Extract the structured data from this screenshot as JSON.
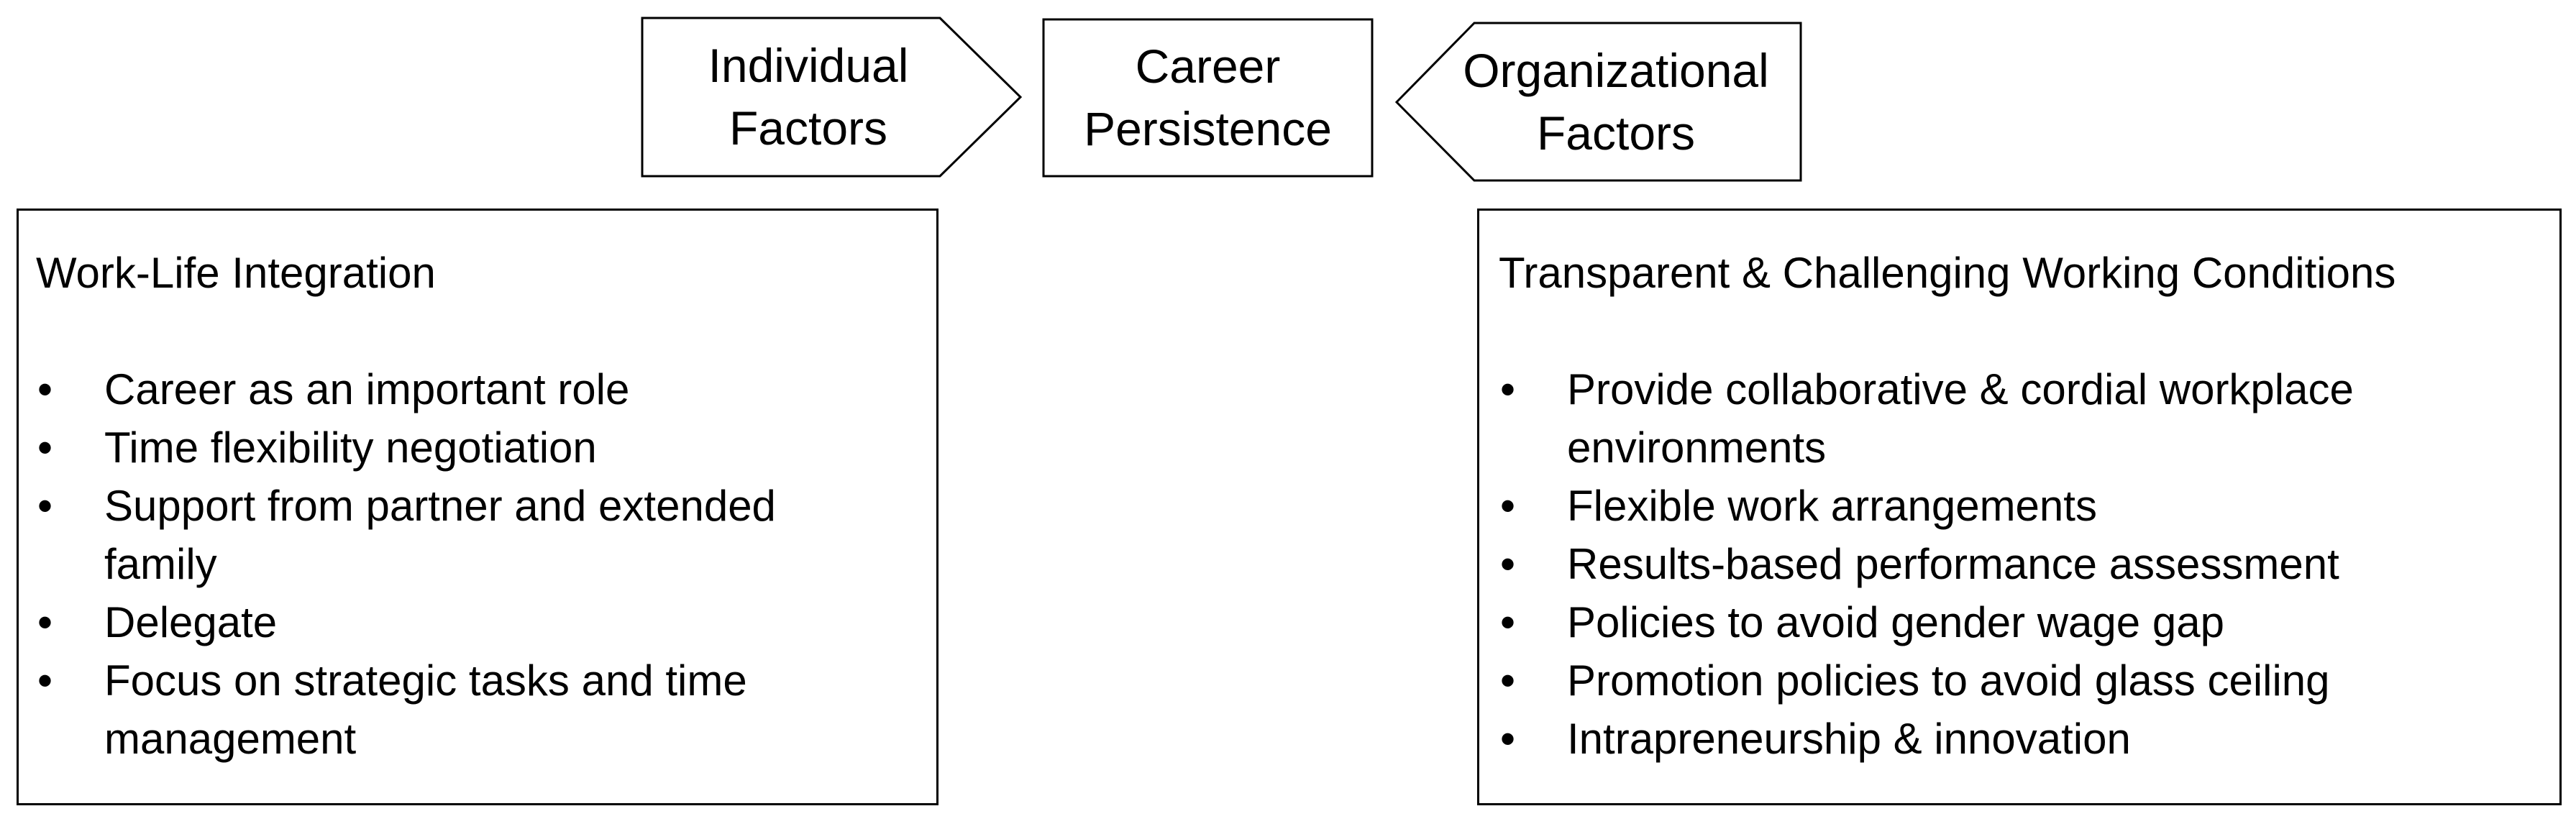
{
  "shapes": {
    "individual_factors": "Individual Factors",
    "career_persistence": "Career Persistence",
    "organizational_factors": "Organizational Factors"
  },
  "individual_box": {
    "title": "Work-Life Integration",
    "items": [
      "Career as an important role",
      "Time flexibility negotiation",
      "Support from partner and extended family",
      "Delegate",
      "Focus on strategic tasks and time management"
    ]
  },
  "organizational_box": {
    "title": "Transparent & Challenging Working Conditions",
    "items": [
      "Provide collaborative & cordial workplace environments",
      "Flexible work arrangements",
      "Results-based performance assessment",
      "Policies to avoid gender wage gap",
      "Promotion policies to avoid glass ceiling",
      "Intrapreneurship & innovation"
    ]
  },
  "colors": {
    "stroke": "#000000",
    "text": "#000000",
    "background": "#ffffff"
  }
}
